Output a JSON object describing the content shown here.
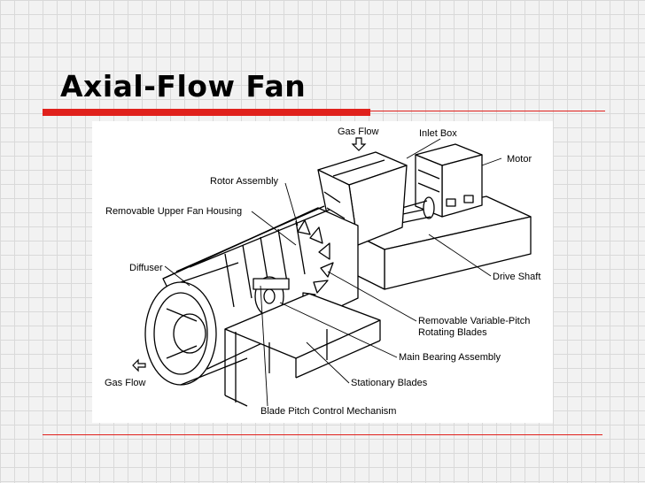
{
  "slide": {
    "title": "Axial-Flow Fan",
    "accent_color": "#e0211c"
  },
  "diagram": {
    "labels": {
      "gas_flow_in": "Gas Flow",
      "inlet_box": "Inlet Box",
      "motor": "Motor",
      "rotor_assembly": "Rotor Assembly",
      "upper_housing": "Removable Upper Fan Housing",
      "diffuser": "Diffuser",
      "drive_shaft": "Drive Shaft",
      "rotating_blades_1": "Removable Variable-Pitch",
      "rotating_blades_2": "Rotating Blades",
      "main_bearing": "Main Bearing  Assembly",
      "gas_flow_out": "Gas Flow",
      "stationary_blades": "Stationary Blades",
      "blade_pitch": "Blade Pitch Control Mechanism"
    }
  }
}
